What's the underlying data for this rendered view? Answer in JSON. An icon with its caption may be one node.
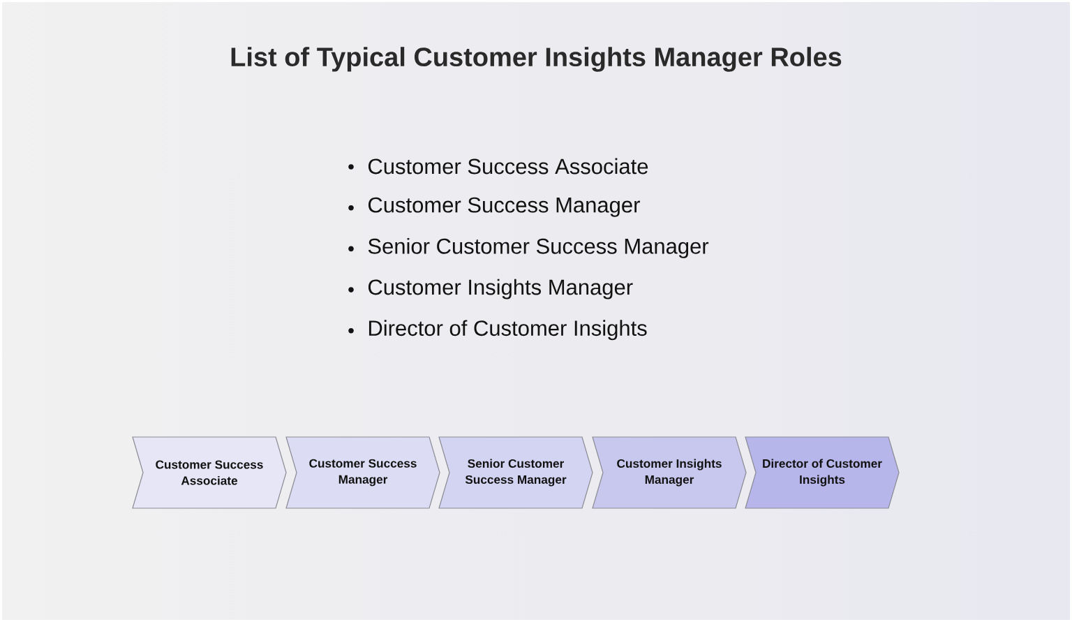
{
  "diagram": {
    "title": "List of Typical Customer Insights Manager Roles",
    "nodes": [
      {
        "text": [
          "Customer Success Associate"
        ]
      },
      {
        "text": [
          "Customer Success Manager"
        ]
      },
      {
        "text": [
          "Senior Customer Success Manager"
        ]
      },
      {
        "text": [
          "Customer Insights Manager"
        ]
      },
      {
        "text": [
          "Director of Customer Insights"
        ]
      }
    ],
    "labels": [
      "Customer Success Associate",
      "Customer Success Manager",
      "Senior Customer Success Manager",
      "Customer Insights Manager",
      "Director of Customer Insights"
    ]
  }
}
